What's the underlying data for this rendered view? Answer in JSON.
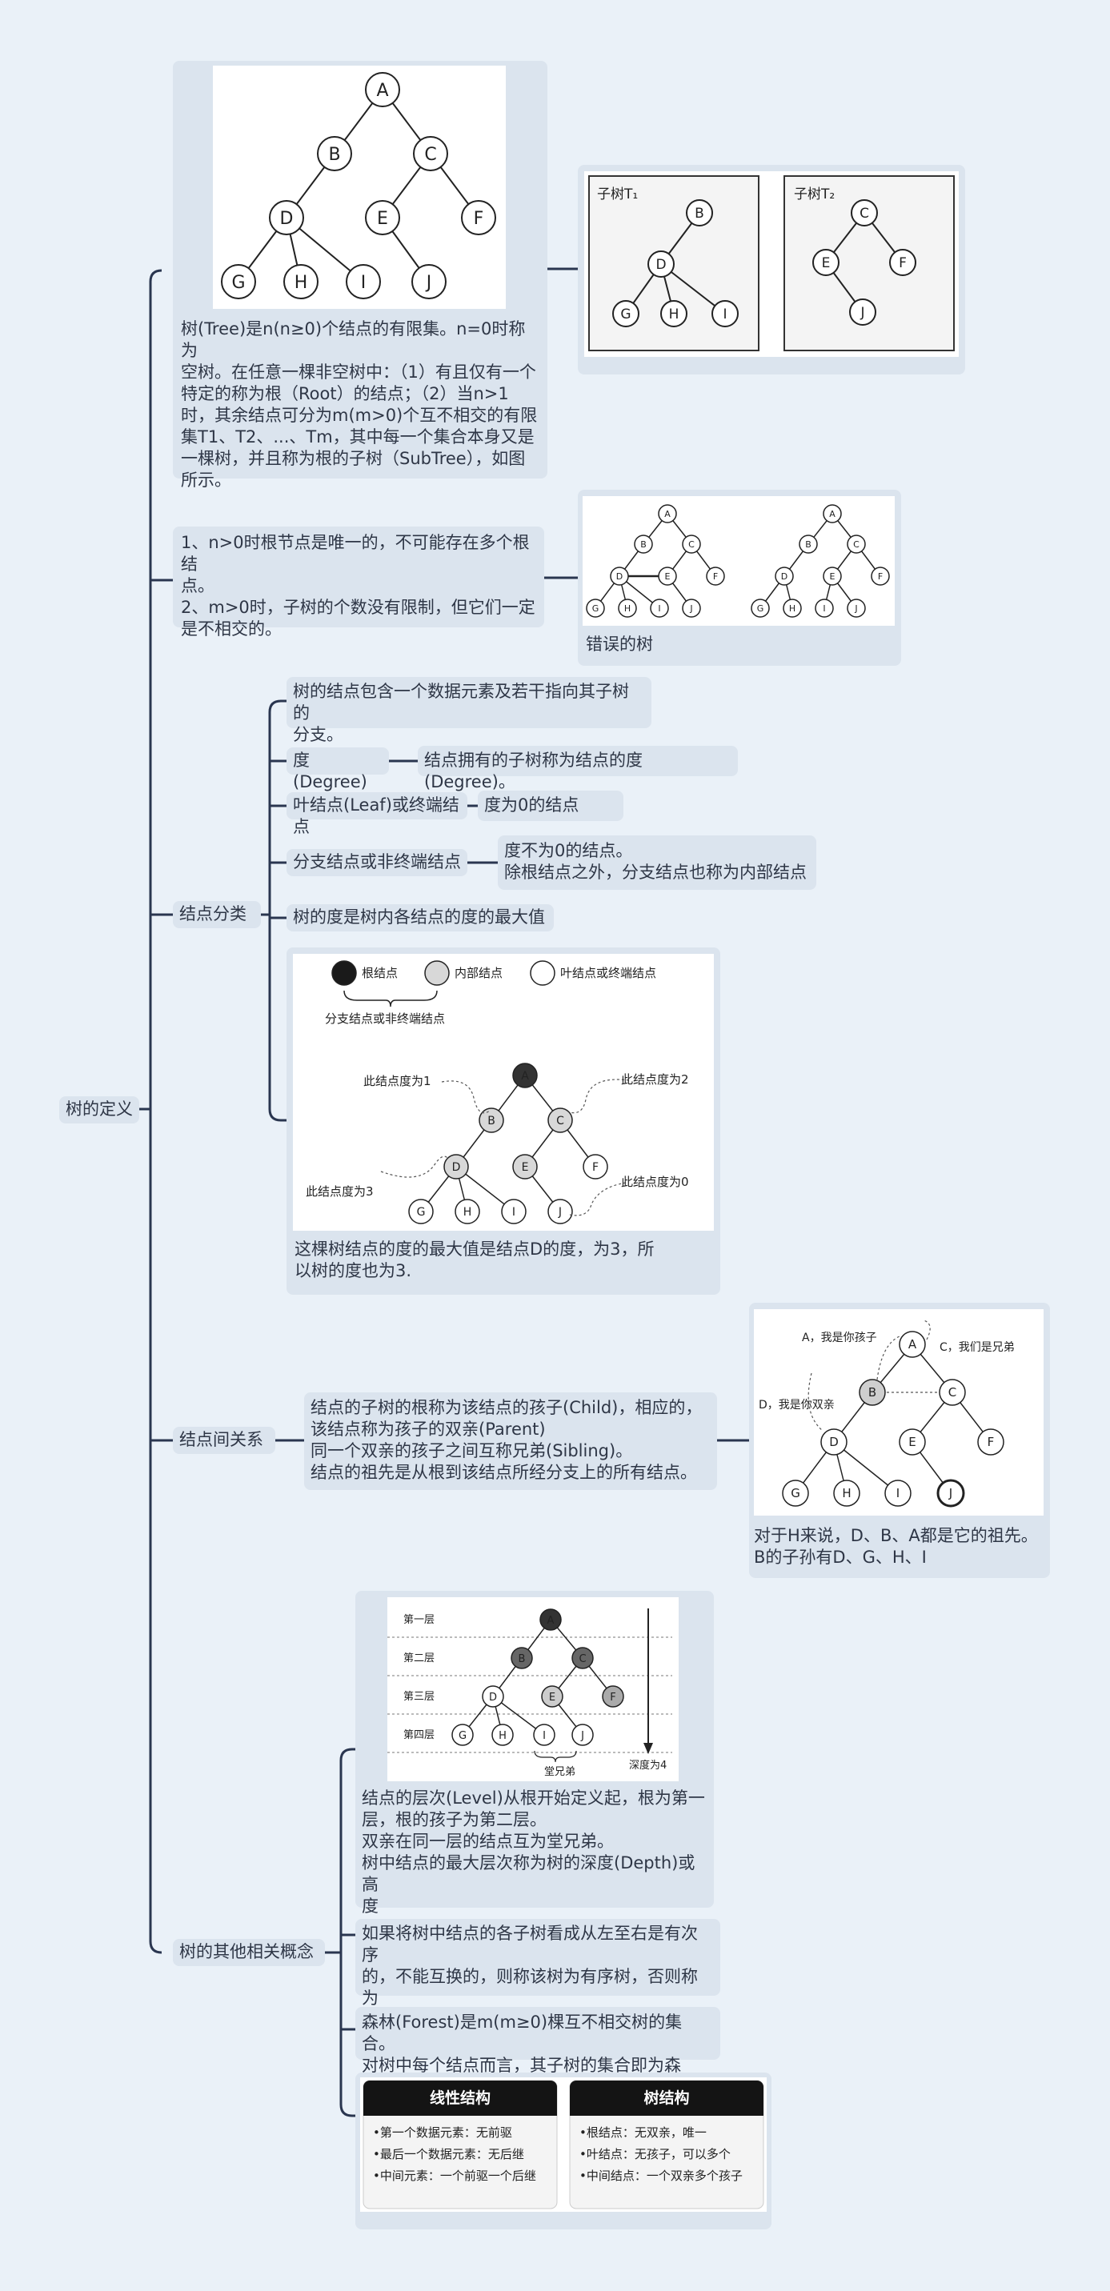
{
  "root": {
    "label": "树的定义"
  },
  "definition": {
    "text": "树(Tree)是n(n≥0)个结点的有限集。n=0时称为\n空树。在任意一棵非空树中：（1）有且仅有一个\n特定的称为根（Root）的结点；（2）当n>1\n时，其余结点可分为m(m>0)个互不相交的有限\n集T1、T2、...、Tm，其中每一个集合本身又是\n一棵树，并且称为根的子树（SubTree），如图\n所示。",
    "subtree_labels": [
      "子树T₁",
      "子树T₂"
    ]
  },
  "wrong_tree": {
    "text": "1、n>0时根节点是唯一的，不可能存在多个根结\n点。\n2、m>0时，子树的个数没有限制，但它们一定\n是不相交的。",
    "caption": "错误的树"
  },
  "classification": {
    "label": "结点分类",
    "intro": "树的结点包含一个数据元素及若干指向其子树的\n分支。",
    "degree_label": "度(Degree)",
    "degree_desc": "结点拥有的子树称为结点的度(Degree)。",
    "leaf_label": "叶结点(Leaf)或终端结点",
    "leaf_desc": "度为0的结点",
    "branch_label": "分支结点或非终端结点",
    "branch_desc": "度不为0的结点。\n除根结点之外，分支结点也称为内部结点",
    "tree_degree": "树的度是树内各结点的度的最大值",
    "legend": [
      "根结点",
      "内部结点",
      "叶结点或终端结点"
    ],
    "legend_brace": "分支结点或非终端结点",
    "annotations": [
      "此结点度为1",
      "此结点度为2",
      "此结点度为3",
      "此结点度为0"
    ],
    "caption": "这棵树结点的度的最大值是结点D的度，为3，所\n以树的度也为3."
  },
  "relations": {
    "label": "结点间关系",
    "text": "结点的子树的根称为该结点的孩子(Child)，相应的，\n该结点称为孩子的双亲(Parent)\n同一个双亲的孩子之间互称兄弟(Sibling)。\n结点的祖先是从根到该结点所经分支上的所有结点。",
    "fig_labels": [
      "A，我是你孩子",
      "C，我们是兄弟",
      "D，我是你双亲"
    ],
    "caption": "对于H来说，D、B、A都是它的祖先。\nB的子孙有D、G、H、I"
  },
  "other": {
    "label": "树的其他相关概念",
    "level_text": "结点的层次(Level)从根开始定义起，根为第一\n层，根的孩子为第二层。\n双亲在同一层的结点互为堂兄弟。\n树中结点的最大层次称为树的深度(Depth)或高\n度",
    "level_labels": [
      "第一层",
      "第二层",
      "第三层",
      "第四层"
    ],
    "cousin_label": "堂兄弟",
    "depth_label": "深度为4",
    "ordered_text": "如果将树中结点的各子树看成从左至右是有次序\n的，不能互换的，则称该树为有序树，否则称为\n无序树。",
    "forest_text": "森林(Forest)是m(m≥0)棵互不相交树的集合。\n对树中每个结点而言，其子树的集合即为森林。",
    "linear_title": "线性结构",
    "linear_items": [
      "•第一个数据元素：无前驱",
      "•最后一个数据元素：无后继",
      "•中间元素：一个前驱一个后继"
    ],
    "tree_title": "树结构",
    "tree_items": [
      "•根结点：无双亲，唯一",
      "•叶结点：无孩子，可以多个",
      "•中间结点：一个双亲多个孩子"
    ]
  },
  "tree_letters": [
    "A",
    "B",
    "C",
    "D",
    "E",
    "F",
    "G",
    "H",
    "I",
    "J"
  ]
}
